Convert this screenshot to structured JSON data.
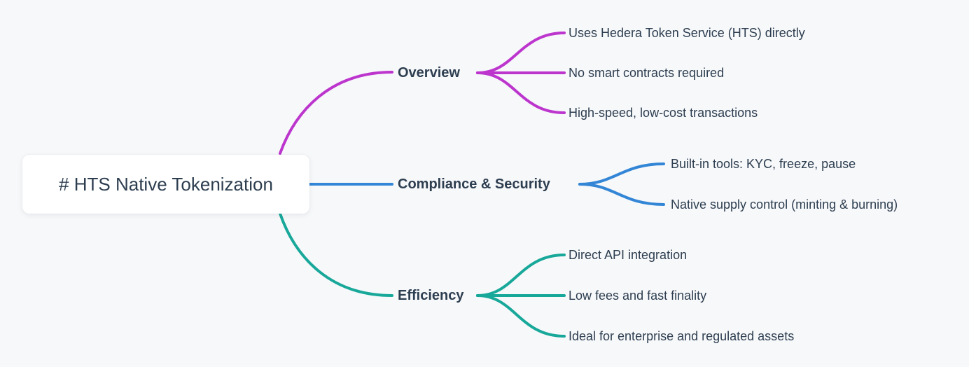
{
  "root": {
    "label": "# HTS Native Tokenization"
  },
  "branches": [
    {
      "label": "Overview",
      "color": "#bc36ce",
      "children": [
        "Uses Hedera Token Service (HTS) directly",
        "No smart contracts required",
        "High-speed, low-cost transactions"
      ]
    },
    {
      "label": "Compliance & Security",
      "color": "#3386d6",
      "children": [
        "Built-in tools: KYC, freeze, pause",
        "Native supply control (minting & burning)"
      ]
    },
    {
      "label": "Efficiency",
      "color": "#18a89a",
      "children": [
        "Direct API integration",
        "Low fees and fast finality",
        "Ideal for enterprise and regulated assets"
      ]
    }
  ],
  "colors": {
    "background": "#f7f8fa",
    "text": "#2d3e50",
    "node_background": "#ffffff"
  }
}
